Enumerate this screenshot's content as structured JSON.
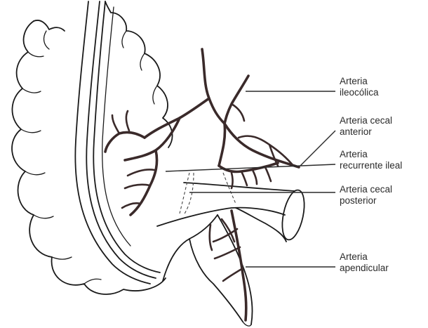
{
  "colors": {
    "outline": "#1a1a1a",
    "vessel": "#3a2a2a",
    "text": "#2a2a2a",
    "background": "#ffffff"
  },
  "labels": {
    "ileocolica": {
      "line1": "Arteria",
      "line2": "ileocólica"
    },
    "cecal_anterior": {
      "line1": "Arteria cecal",
      "line2": "anterior"
    },
    "recurrente_ileal": {
      "line1": "Arteria",
      "line2": "recurrente ileal"
    },
    "cecal_posterior": {
      "line1": "Arteria cecal",
      "line2": "posterior"
    },
    "apendicular": {
      "line1": "Arteria",
      "line2": "apendicular"
    }
  }
}
